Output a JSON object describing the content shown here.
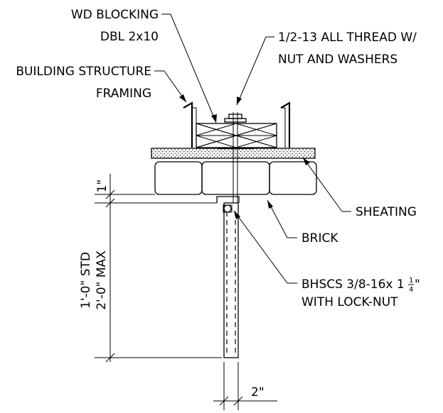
{
  "labels": {
    "wd_blocking": "WD BLOCKING",
    "dbl_2x10": "DBL 2x10",
    "all_thread_1": "1/2-13 ALL THREAD W/",
    "all_thread_2": "NUT AND WASHERS",
    "building_structure_1": "BUILDING STRUCTURE",
    "building_structure_2": "FRAMING",
    "sheating": "SHEATING",
    "brick": "BRICK",
    "bhscs_1": "BHSCS 3/8-16x 1",
    "bhscs_frac_num": "1",
    "bhscs_frac_den": "4",
    "bhscs_inch": "\"",
    "bhscs_2": "WITH LOCK-NUT"
  },
  "dimensions": {
    "one_inch": "1\"",
    "std_length": "1'-0\" STD",
    "max_length": "2'-0\" MAX",
    "two_inch": "2\""
  }
}
